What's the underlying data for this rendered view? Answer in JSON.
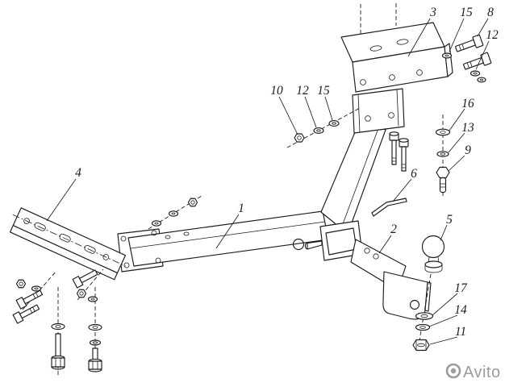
{
  "callouts": [
    {
      "label": "3"
    },
    {
      "label": "15"
    },
    {
      "label": "8"
    },
    {
      "label": "12"
    },
    {
      "label": "10"
    },
    {
      "label": "12"
    },
    {
      "label": "15"
    },
    {
      "label": "16"
    },
    {
      "label": "13"
    },
    {
      "label": "9"
    },
    {
      "label": "4"
    },
    {
      "label": "6"
    },
    {
      "label": "1"
    },
    {
      "label": "5"
    },
    {
      "label": "2"
    },
    {
      "label": "17"
    },
    {
      "label": "14"
    },
    {
      "label": "11"
    }
  ],
  "watermark": {
    "text": "Avito"
  },
  "colors": {
    "line": "#1c1c1c",
    "background": "#ffffff",
    "watermark": "#9c9c9c"
  }
}
